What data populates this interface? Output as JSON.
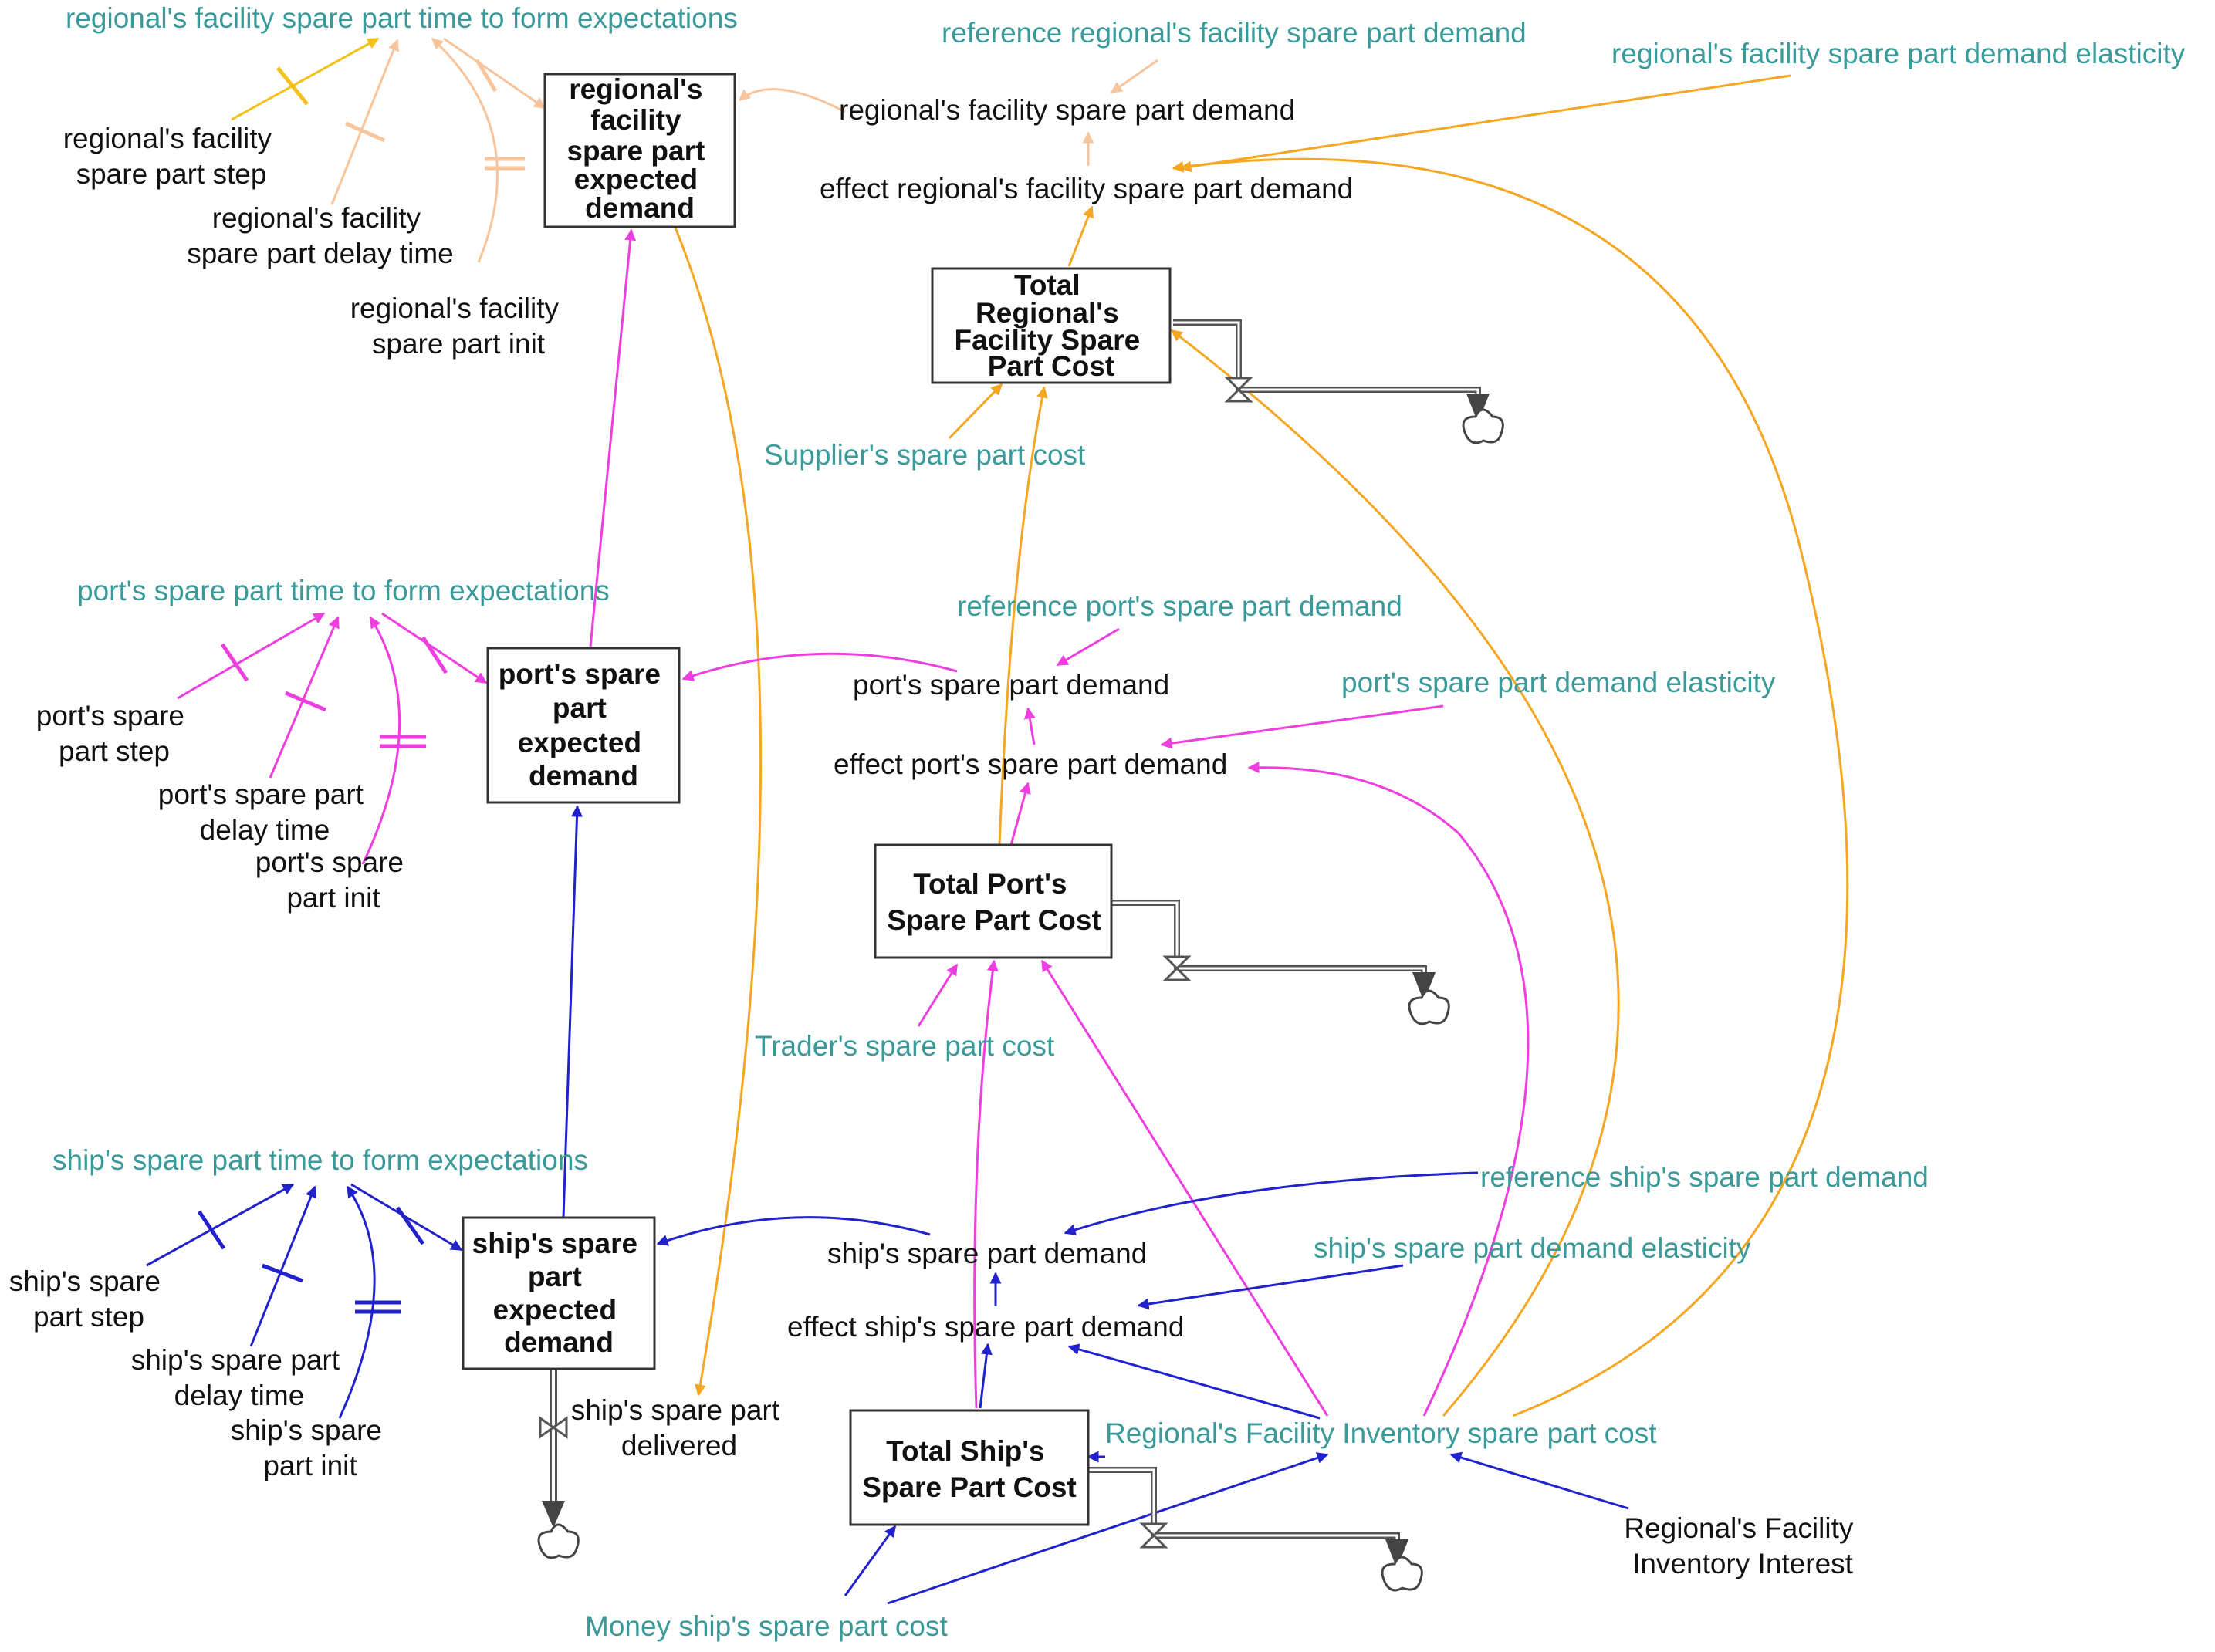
{
  "colors": {
    "orange": "#f5a623",
    "light_orange": "#f7c49c",
    "yellow": "#f3c11d",
    "magenta": "#ee3ee0",
    "blue": "#2222cc",
    "teal_text": "#3a9a9a",
    "stock_border": "#333333",
    "flow_pipe": "#555555"
  },
  "regional_facility": {
    "time_to_form_expectations": "regional's facility spare part time to form expectations",
    "reference_demand": "reference regional's facility spare part demand",
    "demand_elasticity": "regional's facility spare part demand elasticity",
    "demand": "regional's facility spare part demand",
    "effect_demand": "effect regional's facility spare part demand",
    "step": [
      "regional's facility",
      "spare part step"
    ],
    "delay_time": [
      "regional's facility",
      "spare part delay time"
    ],
    "init": [
      "regional's facility",
      "spare part init"
    ],
    "expected_demand": [
      "regional's",
      "facility",
      "spare part",
      "expected",
      "demand"
    ],
    "total_cost": [
      "Total",
      "Regional's",
      "Facility Spare",
      "Part Cost"
    ],
    "supplier_cost": "Supplier's spare part cost"
  },
  "port": {
    "time_to_form_expectations": "port's spare part time to form expectations",
    "reference_demand": "reference port's spare part demand",
    "demand": "port's spare part demand",
    "demand_elasticity": "port's spare part demand elasticity",
    "effect_demand": "effect port's spare part demand",
    "step": [
      "port's spare",
      "part step"
    ],
    "delay_time": [
      "port's spare part",
      "delay time"
    ],
    "init": [
      "port's spare",
      "part init"
    ],
    "expected_demand": [
      "port's spare",
      "part",
      "expected",
      "demand"
    ],
    "total_cost": [
      "Total Port's",
      "Spare Part Cost"
    ],
    "trader_cost": "Trader's spare part cost"
  },
  "ship": {
    "time_to_form_expectations": "ship's spare part time to form expectations",
    "reference_demand": "reference ship's spare part demand",
    "demand": "ship's spare part demand",
    "demand_elasticity": "ship's spare part demand elasticity",
    "effect_demand": "effect ship's spare part demand",
    "step": [
      "ship's spare",
      "part step"
    ],
    "delay_time": [
      "ship's spare part",
      "delay time"
    ],
    "init": [
      "ship's spare",
      "part init"
    ],
    "expected_demand": [
      "ship's spare",
      "part",
      "expected",
      "demand"
    ],
    "delivered": [
      "ship's spare part",
      "delivered"
    ],
    "total_cost": [
      "Total Ship's",
      "Spare Part Cost"
    ],
    "money_cost": "Money ship's spare part cost"
  },
  "inventory": {
    "cost": "Regional's Facility Inventory spare part cost",
    "interest": [
      "Regional's Facility",
      "Inventory Interest"
    ]
  }
}
